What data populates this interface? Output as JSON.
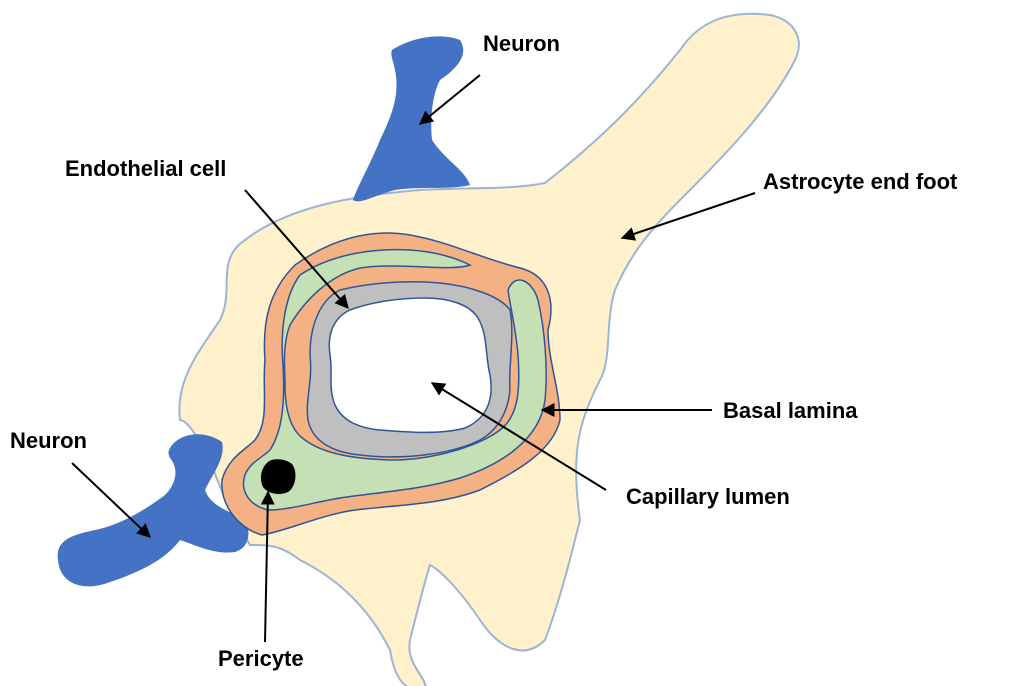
{
  "labels": {
    "neuron_top": "Neuron",
    "neuron_left": "Neuron",
    "endothelial_cell": "Endothelial cell",
    "astrocyte_end_foot": "Astrocyte end foot",
    "basal_lamina": "Basal lamina",
    "capillary_lumen": "Capillary lumen",
    "pericyte": "Pericyte"
  },
  "colors": {
    "astrocyte": "#FEF1CB",
    "astrocyte_outline": "#9DB4D6",
    "neuron": "#4472C4",
    "basal_lamina": "#F4B183",
    "pericyte_layer": "#C5E0B4",
    "endothelial": "#BFBFBF",
    "lumen": "#FFFFFF",
    "cell_outline": "#2F5597",
    "pericyte_nucleus": "#000000"
  }
}
